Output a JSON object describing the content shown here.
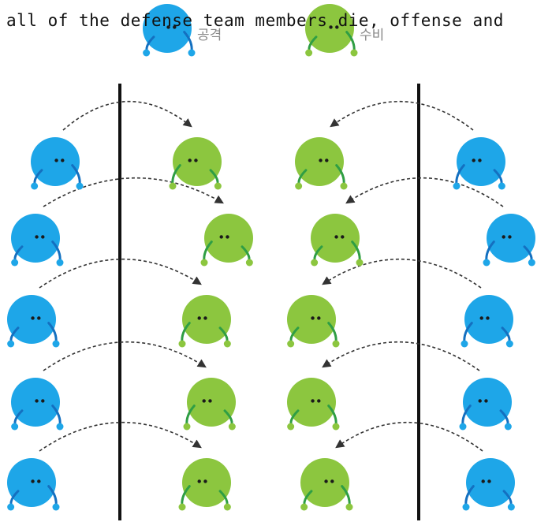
{
  "caption": "all of the defense team members die, offense and",
  "legend": {
    "attack_label": "공격",
    "defense_label": "수비"
  },
  "colors": {
    "attack_body": "#1ea6e8",
    "attack_arm": "#1470c0",
    "defense_body": "#8cc63f",
    "defense_arm": "#2f9e44",
    "eyes": "#1a1a1a",
    "divider": "#111111",
    "arrow": "#333333"
  },
  "icons": {
    "attack": "blue-attack-character-icon",
    "defense": "green-defense-character-icon"
  }
}
